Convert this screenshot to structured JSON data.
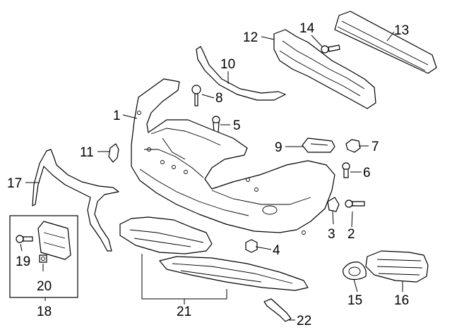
{
  "callouts": {
    "c1": "1",
    "c2": "2",
    "c3": "3",
    "c4": "4",
    "c5": "5",
    "c6": "6",
    "c7": "7",
    "c8": "8",
    "c9": "9",
    "c10": "10",
    "c11": "11",
    "c12": "12",
    "c13": "13",
    "c14": "14",
    "c15": "15",
    "c16": "16",
    "c17": "17",
    "c18": "18",
    "c19": "19",
    "c20": "20",
    "c21": "21",
    "c22": "22"
  },
  "colors": {
    "line": "#000000",
    "background": "#ffffff"
  }
}
